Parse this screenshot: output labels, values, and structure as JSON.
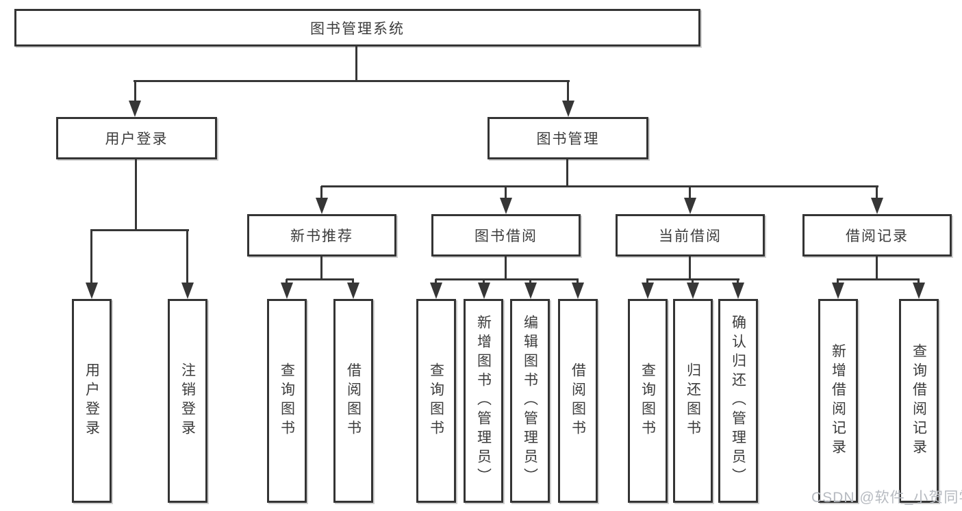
{
  "diagram_title": "图书管理系统",
  "colors": {
    "line": "#363636",
    "box_border": "#343434",
    "text": "#3c3c3c",
    "watermark_text": "#b6bac0"
  },
  "nodes": {
    "root": {
      "label": "图书管理系统"
    },
    "level2": [
      {
        "label": "用户登录"
      },
      {
        "label": "图书管理"
      }
    ],
    "level3": [
      {
        "label": "新书推荐"
      },
      {
        "label": "图书借阅"
      },
      {
        "label": "当前借阅"
      },
      {
        "label": "借阅记录"
      }
    ],
    "leaves": {
      "user_login": [
        {
          "label": "用户登录"
        },
        {
          "label": "注销登录"
        }
      ],
      "new_book": [
        {
          "label": "查询图书"
        },
        {
          "label": "借阅图书"
        }
      ],
      "book_borrow": [
        {
          "label": "查询图书"
        },
        {
          "label": "新增图书（管理员）"
        },
        {
          "label": "编辑图书（管理员）"
        },
        {
          "label": "借阅图书"
        }
      ],
      "current_borrow": [
        {
          "label": "查询图书"
        },
        {
          "label": "归还图书"
        },
        {
          "label": "确认归还（管理员）"
        }
      ],
      "borrow_record": [
        {
          "label": "新增借阅记录"
        },
        {
          "label": "查询借阅记录"
        }
      ]
    }
  },
  "watermark": "CSDN @软件_小贺同学"
}
